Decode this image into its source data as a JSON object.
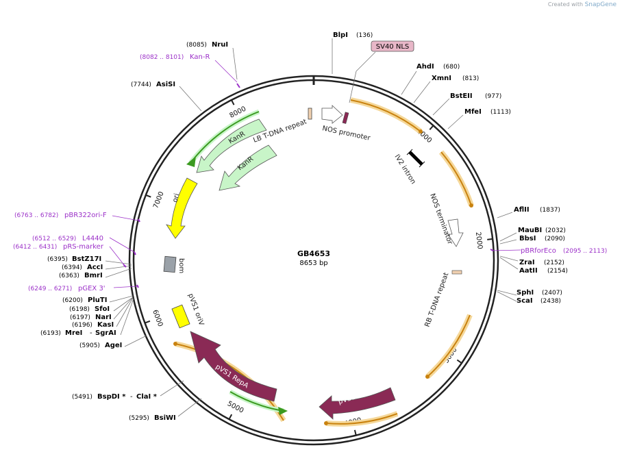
{
  "credit": {
    "prefix": "Created with",
    "brand": "SnapGene"
  },
  "plasmid": {
    "name": "GB4653",
    "size_label": "8653 bp",
    "length": 8653
  },
  "ticks": [
    {
      "pos": 1000,
      "label": "1000"
    },
    {
      "pos": 2000,
      "label": "2000"
    },
    {
      "pos": 3000,
      "label": "3000"
    },
    {
      "pos": 4000,
      "label": "4000"
    },
    {
      "pos": 5000,
      "label": "5000"
    },
    {
      "pos": 6000,
      "label": "6000"
    },
    {
      "pos": 7000,
      "label": "7000"
    },
    {
      "pos": 8000,
      "label": "8000"
    }
  ],
  "sites_right": [
    {
      "name": "BlpI",
      "pos": "(136)"
    },
    {
      "name": "AhdI",
      "pos": "(680)"
    },
    {
      "name": "XmnI",
      "pos": "(813)"
    },
    {
      "name": "BstEII",
      "pos": "(977)"
    },
    {
      "name": "MfeI",
      "pos": "(1113)"
    },
    {
      "name": "AflII",
      "pos": "(1837)"
    },
    {
      "name": "MauBI",
      "pos": "(2032)"
    },
    {
      "name": "BbsI",
      "pos": "(2090)"
    },
    {
      "name": "ZraI",
      "pos": "(2152)"
    },
    {
      "name": "AatII",
      "pos": "(2154)"
    },
    {
      "name": "SphI",
      "pos": "(2407)"
    },
    {
      "name": "ScaI",
      "pos": "(2438)"
    }
  ],
  "sites_left": [
    {
      "name": "NruI",
      "pos": "(8085)"
    },
    {
      "name": "AsiSI",
      "pos": "(7744)"
    },
    {
      "name": "BstZ17I",
      "pos": "(6395)"
    },
    {
      "name": "AccI",
      "pos": "(6394)"
    },
    {
      "name": "BmrI",
      "pos": "(6363)"
    },
    {
      "name": "PluTI",
      "pos": "(6200)"
    },
    {
      "name": "SfoI",
      "pos": "(6198)"
    },
    {
      "name": "NarI",
      "pos": "(6197)"
    },
    {
      "name": "KasI",
      "pos": "(6196)"
    },
    {
      "name": "MreI",
      "pos": "(6193)"
    },
    {
      "name": "SgrAI",
      "pos": ""
    },
    {
      "name": "AgeI",
      "pos": "(5905)"
    },
    {
      "name": "BspDI *",
      "pos": "(5491)"
    },
    {
      "name": "ClaI *",
      "pos": ""
    },
    {
      "name": "BsiWI",
      "pos": "(5295)"
    }
  ],
  "primers": [
    {
      "name": "Kan-R",
      "range": "(8082 .. 8101)"
    },
    {
      "name": "pBR322ori-F",
      "range": "(6763 .. 6782)"
    },
    {
      "name": "L4440",
      "range": "(6512 .. 6529)"
    },
    {
      "name": "pRS-marker",
      "range": "(6412 .. 6431)"
    },
    {
      "name": "pGEX 3'",
      "range": "(6249 .. 6271)"
    },
    {
      "name": "pBRforEco",
      "range": "(2095 .. 2113)"
    }
  ],
  "features": {
    "sv40": "SV40 NLS",
    "nos_promoter": "NOS promoter",
    "lb_repeat": "LB T-DNA repeat",
    "iv2_intron": "IV2 intron",
    "nos_terminator": "NOS terminator",
    "rb_repeat": "RB T-DNA repeat",
    "kanr_outer": "KanR",
    "kanr_inner": "KanR",
    "ori": "ori",
    "bom": "bom",
    "pvs1_oriv": "pVS1 oriV",
    "pvs1_repa": "pVS1 RepA",
    "pvs1_staa": "pVS1 StaA"
  },
  "colors": {
    "backbone": "#222222",
    "cds_orange": "#e8a33a",
    "cds_halo": "#f5d89a",
    "kanr_green": "#c8f5c8",
    "kanr_line": "#3b9a20",
    "ori_yellow": "#ffff00",
    "pvs1_maroon": "#8a2a55",
    "primer_purple": "#9b30c8",
    "sv40_fill": "#e8b7c8"
  }
}
